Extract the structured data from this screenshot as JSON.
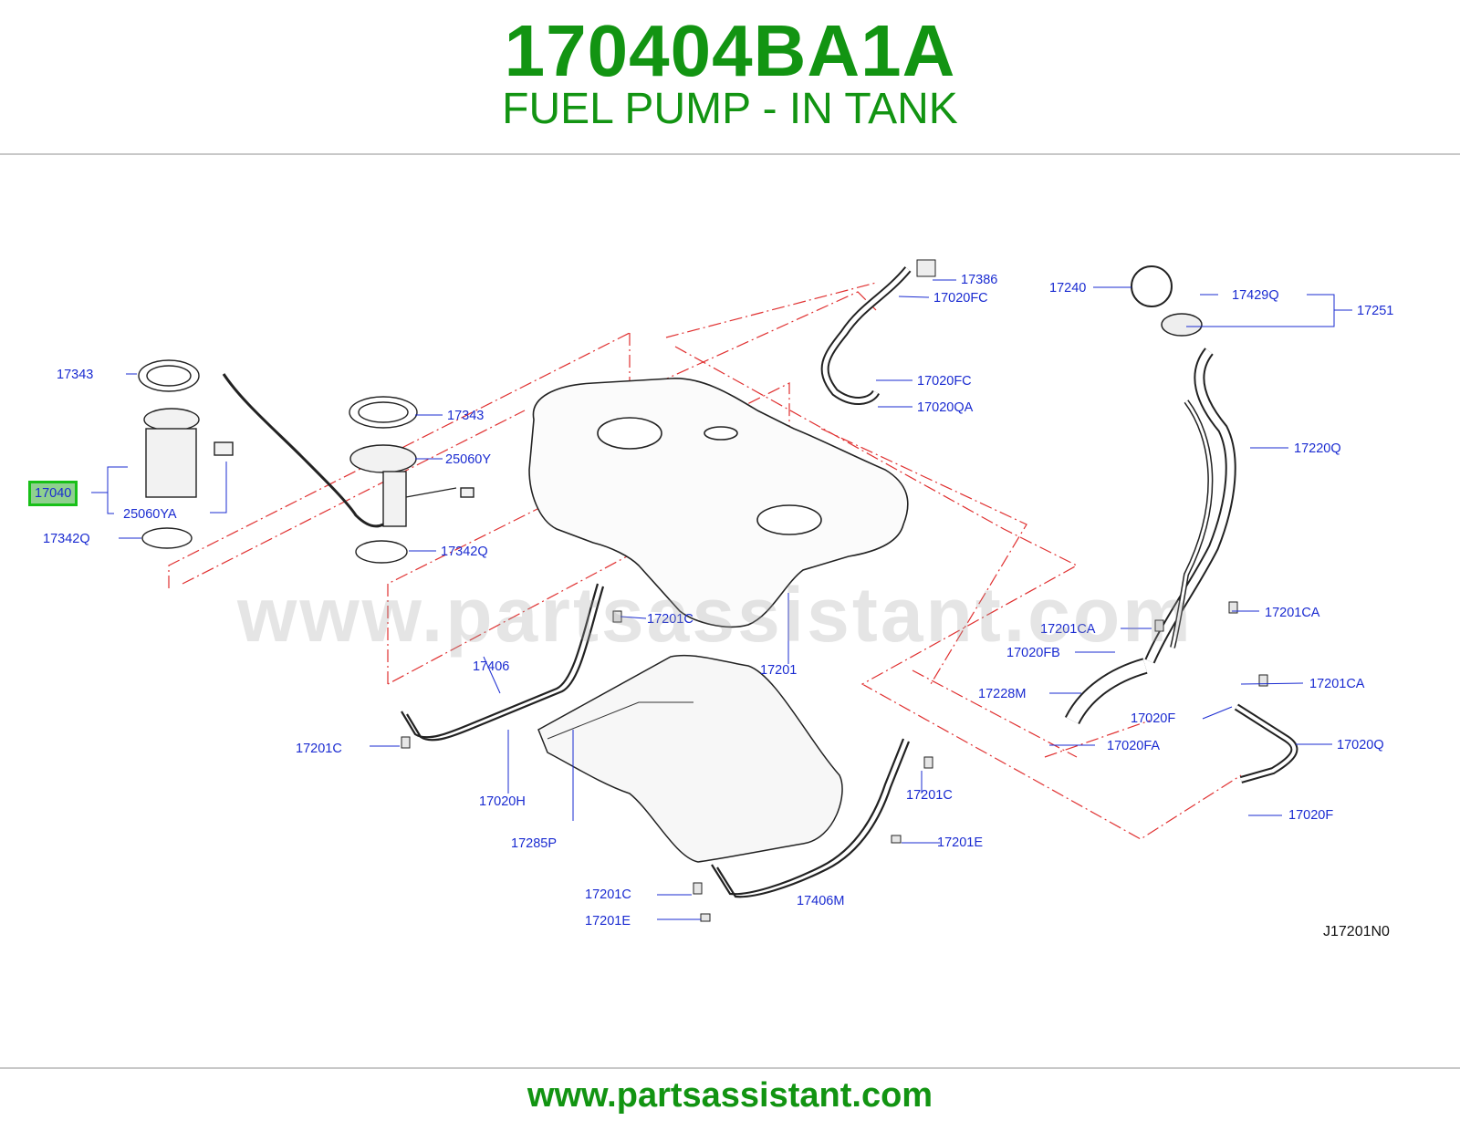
{
  "header": {
    "part_number": "170404BA1A",
    "title": "FUEL PUMP - IN TANK"
  },
  "diagram": {
    "watermark": "www.partsassistant.com",
    "ref_code": "J17201N0",
    "highlight_label": "17040",
    "callouts": [
      "17343",
      "17343",
      "25060Y",
      "25060YA",
      "17342Q",
      "17342Q",
      "17386",
      "17020FC",
      "17020FC",
      "17020QA",
      "17240",
      "17429Q",
      "17251",
      "17220Q",
      "17201CA",
      "17201CA",
      "17201CA",
      "17020FB",
      "17228M",
      "17020F",
      "17020FA",
      "17020Q",
      "17020F",
      "17201C",
      "17406",
      "17201",
      "17201C",
      "17020H",
      "17285P",
      "17201C",
      "17201E",
      "17201C",
      "17201E",
      "17406M"
    ]
  },
  "colors": {
    "brand_green": "#129412",
    "callout_blue": "#1a2bd1",
    "phantom_red": "#e03030",
    "highlight_fill": "#8fd08f",
    "highlight_border": "#18c018"
  },
  "footer": {
    "url": "www.partsassistant.com"
  }
}
